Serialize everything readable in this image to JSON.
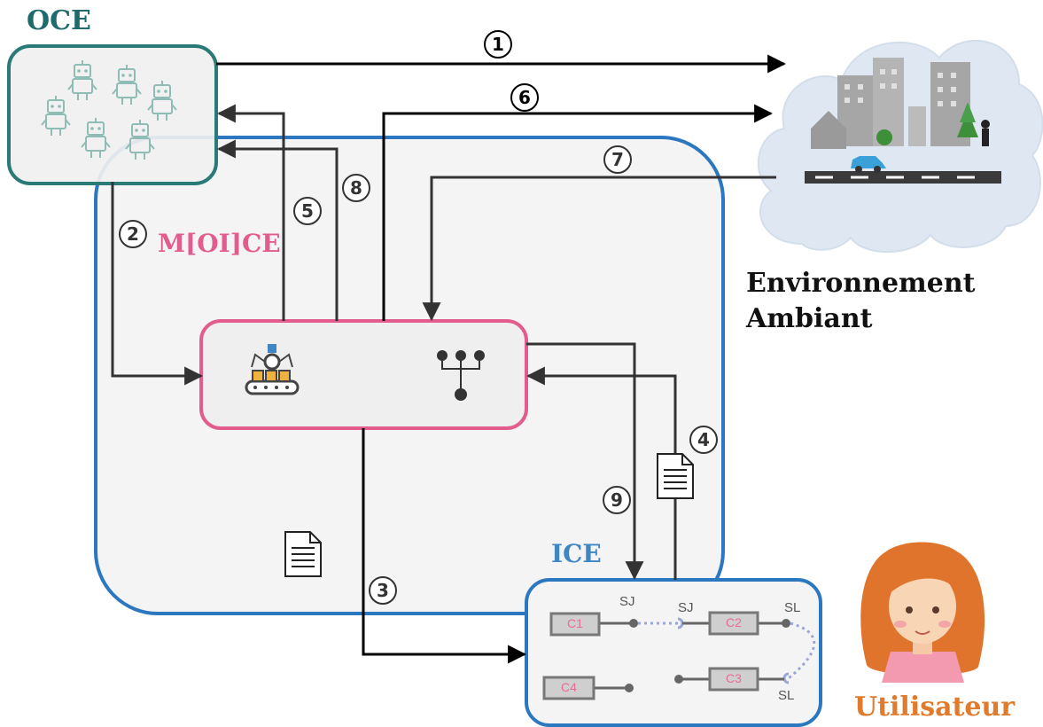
{
  "labels": {
    "oce": "OCE",
    "moice": "M[OI]CE",
    "ice": "ICE",
    "environment_line1": "Environnement",
    "environment_line2": "Ambiant",
    "user": "Utilisateur"
  },
  "steps": [
    "1",
    "2",
    "3",
    "4",
    "5",
    "6",
    "7",
    "8",
    "9"
  ],
  "components": {
    "c1": "C1",
    "c2": "C2",
    "c3": "C3",
    "c4": "C4"
  },
  "ports": {
    "sj_left": "SJ",
    "sj_right": "SJ",
    "sl_top": "SL",
    "sl_bottom": "SL"
  },
  "colors": {
    "oce_border": "#2a7a78",
    "moice_container_border": "#2b78c0",
    "engine_border": "#e25c8e",
    "ice_border": "#2b78c0",
    "user_label": "#e07a2c",
    "component_label": "#ea6a98"
  },
  "icons": [
    "robot-icon",
    "assembly-engine-icon",
    "hierarchy-icon",
    "document-icon",
    "city-cloud-icon",
    "user-avatar-icon"
  ]
}
